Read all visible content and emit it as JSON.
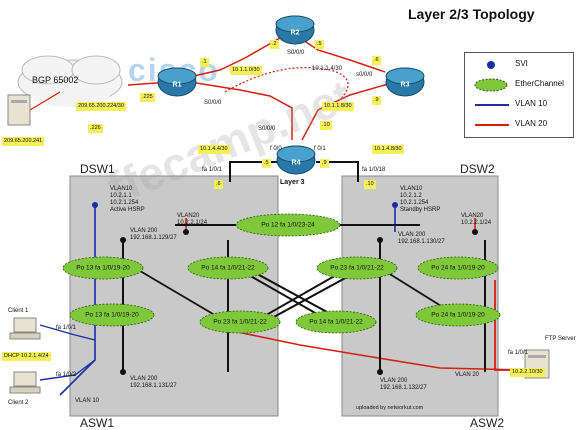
{
  "title": "Layer 2/3 Topology",
  "logo_text": "cisco",
  "watermark": "ffecamp.net",
  "credit": "uploaded by networkut.com",
  "bgp": {
    "label": "BGP 65002",
    "server_ip": "209.65.200.241",
    "net": "209.65.200.224/30",
    "r1_host": ".225",
    "srv_host": ".226"
  },
  "routers": {
    "r1": "R1",
    "r2": "R2",
    "r3": "R3",
    "r4": "R4"
  },
  "links": {
    "r1_r2_net": "10.1.1.0/30",
    "r1_r2_r1host": ".1",
    "r1_r2_r2host": ".2",
    "r2_s0": "S0/0/0",
    "r2_r3_host": ".5",
    "r2_r3_net": "10.1.1.4/30",
    "r3_r2_host": ".6",
    "r3_s0": "s0/0/0",
    "r3_r4_net": "10.1.1.8/30",
    "r3_r4_host": ".9",
    "r4_r3_host": ".10",
    "r1_s0": "S0/0/0",
    "r4_s0": "S0/0/0",
    "r4_f00": "f 0/0",
    "r4_f01": "f 0/1",
    "r4_f00_host": ".5",
    "r4_f01_host": ".9",
    "r4_dsw1_net": "10.1.4.4/30",
    "r4_dsw2_net": "10.1.4.8/30",
    "dsw1_port": "fa 1/0/1",
    "dsw1_host": ".6",
    "dsw2_port": "fa 1/0/18",
    "dsw2_host": ".10",
    "layer3": "Layer 3"
  },
  "switches": {
    "dsw1": "DSW1",
    "dsw2": "DSW2",
    "asw1": "ASW1",
    "asw2": "ASW2"
  },
  "dsw1_info": {
    "vlan10": [
      "VLAN10",
      "10.2.1.1",
      "10.2.1.254",
      "Active HSRP"
    ],
    "vlan20": [
      "VLAN20",
      "10.2.2.1/24"
    ],
    "vlan200": [
      "VLAN 200",
      "192.168.1.129/27"
    ]
  },
  "dsw2_info": {
    "vlan10": [
      "VLAN10",
      "10.2.1.2",
      "10.2.1.254",
      "Standby HSRP"
    ],
    "vlan20": [
      "VLAN20",
      "10.2.2.1/24"
    ],
    "vlan200": [
      "VLAN 200",
      "192.168.1.130/27"
    ]
  },
  "asw1_info": {
    "vlan200": [
      "VLAN 200",
      "192.168.1.131/27"
    ],
    "vlan10": "VLAN 10"
  },
  "asw2_info": {
    "vlan200": [
      "VLAN 200",
      "192.168.1.132/27"
    ],
    "vlan20": "VLAN 20"
  },
  "etherchannels": {
    "po12": "Po 12  fa 1/0/23-24",
    "po13_dsw": "Po 13  fa 1/0/19-20",
    "po14_dsw": "Po 14  fa 1/0/21-22",
    "po23_dsw": "Po 23  fa 1/0/21-22",
    "po24_dsw": "Po 24  fa 1/0/19-20",
    "po13_asw": "Po 13  fa 1/0/19-20",
    "po23_asw": "Po 23  fa 1/0/21-22",
    "po14_asw": "Po 14  fa 1/0/21-22",
    "po24_asw": "Po 24  fa 1/0/19-20"
  },
  "clients": {
    "c1": "Client 1",
    "c2": "Client 2",
    "c1_port": "fa 1/0/1",
    "c2_port": "fa 1/0/2",
    "dhcp": "DHCP 10.2.1.4/24"
  },
  "ftp": {
    "label": "FTP Server",
    "port": "fa 1/0/1",
    "ip": "10.2.2.10/30"
  },
  "legend": {
    "svi": "SVI",
    "etherchannel": "EtherChannel",
    "vlan10": "VLAN 10",
    "vlan20": "VLAN  20"
  },
  "colors": {
    "vlan10": "#1a2ea8",
    "vlan20": "#d42010",
    "router": "#2a78a8",
    "etherchannel": "#7ec83a",
    "tag": "#f4ef5a",
    "switch_bg": "#c9c9c9"
  }
}
